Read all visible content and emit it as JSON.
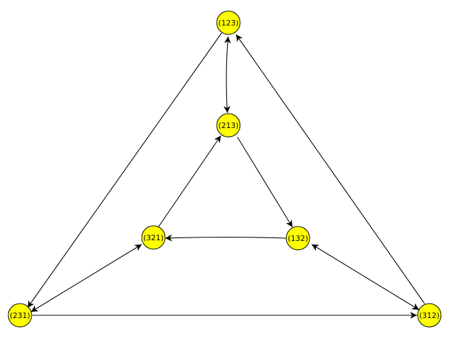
{
  "colors": {
    "node_fill": "#ffff00",
    "node_stroke": "#000000",
    "edge": "#000000",
    "background": "#ffffff"
  },
  "nodes": [
    {
      "id": "n123",
      "label": "(123)"
    },
    {
      "id": "n213",
      "label": "(213)"
    },
    {
      "id": "n321",
      "label": "(321)"
    },
    {
      "id": "n132",
      "label": "(132)"
    },
    {
      "id": "n231",
      "label": "(231)"
    },
    {
      "id": "n312",
      "label": "(312)"
    }
  ],
  "edges": [
    {
      "from": "(123)",
      "to": "(213)",
      "direction": "both"
    },
    {
      "from": "(123)",
      "to": "(231)",
      "direction": "forward"
    },
    {
      "from": "(312)",
      "to": "(123)",
      "direction": "forward"
    },
    {
      "from": "(213)",
      "to": "(132)",
      "direction": "forward"
    },
    {
      "from": "(132)",
      "to": "(321)",
      "direction": "forward"
    },
    {
      "from": "(321)",
      "to": "(213)",
      "direction": "forward"
    },
    {
      "from": "(321)",
      "to": "(231)",
      "direction": "both"
    },
    {
      "from": "(132)",
      "to": "(312)",
      "direction": "both"
    },
    {
      "from": "(231)",
      "to": "(312)",
      "direction": "forward"
    }
  ]
}
